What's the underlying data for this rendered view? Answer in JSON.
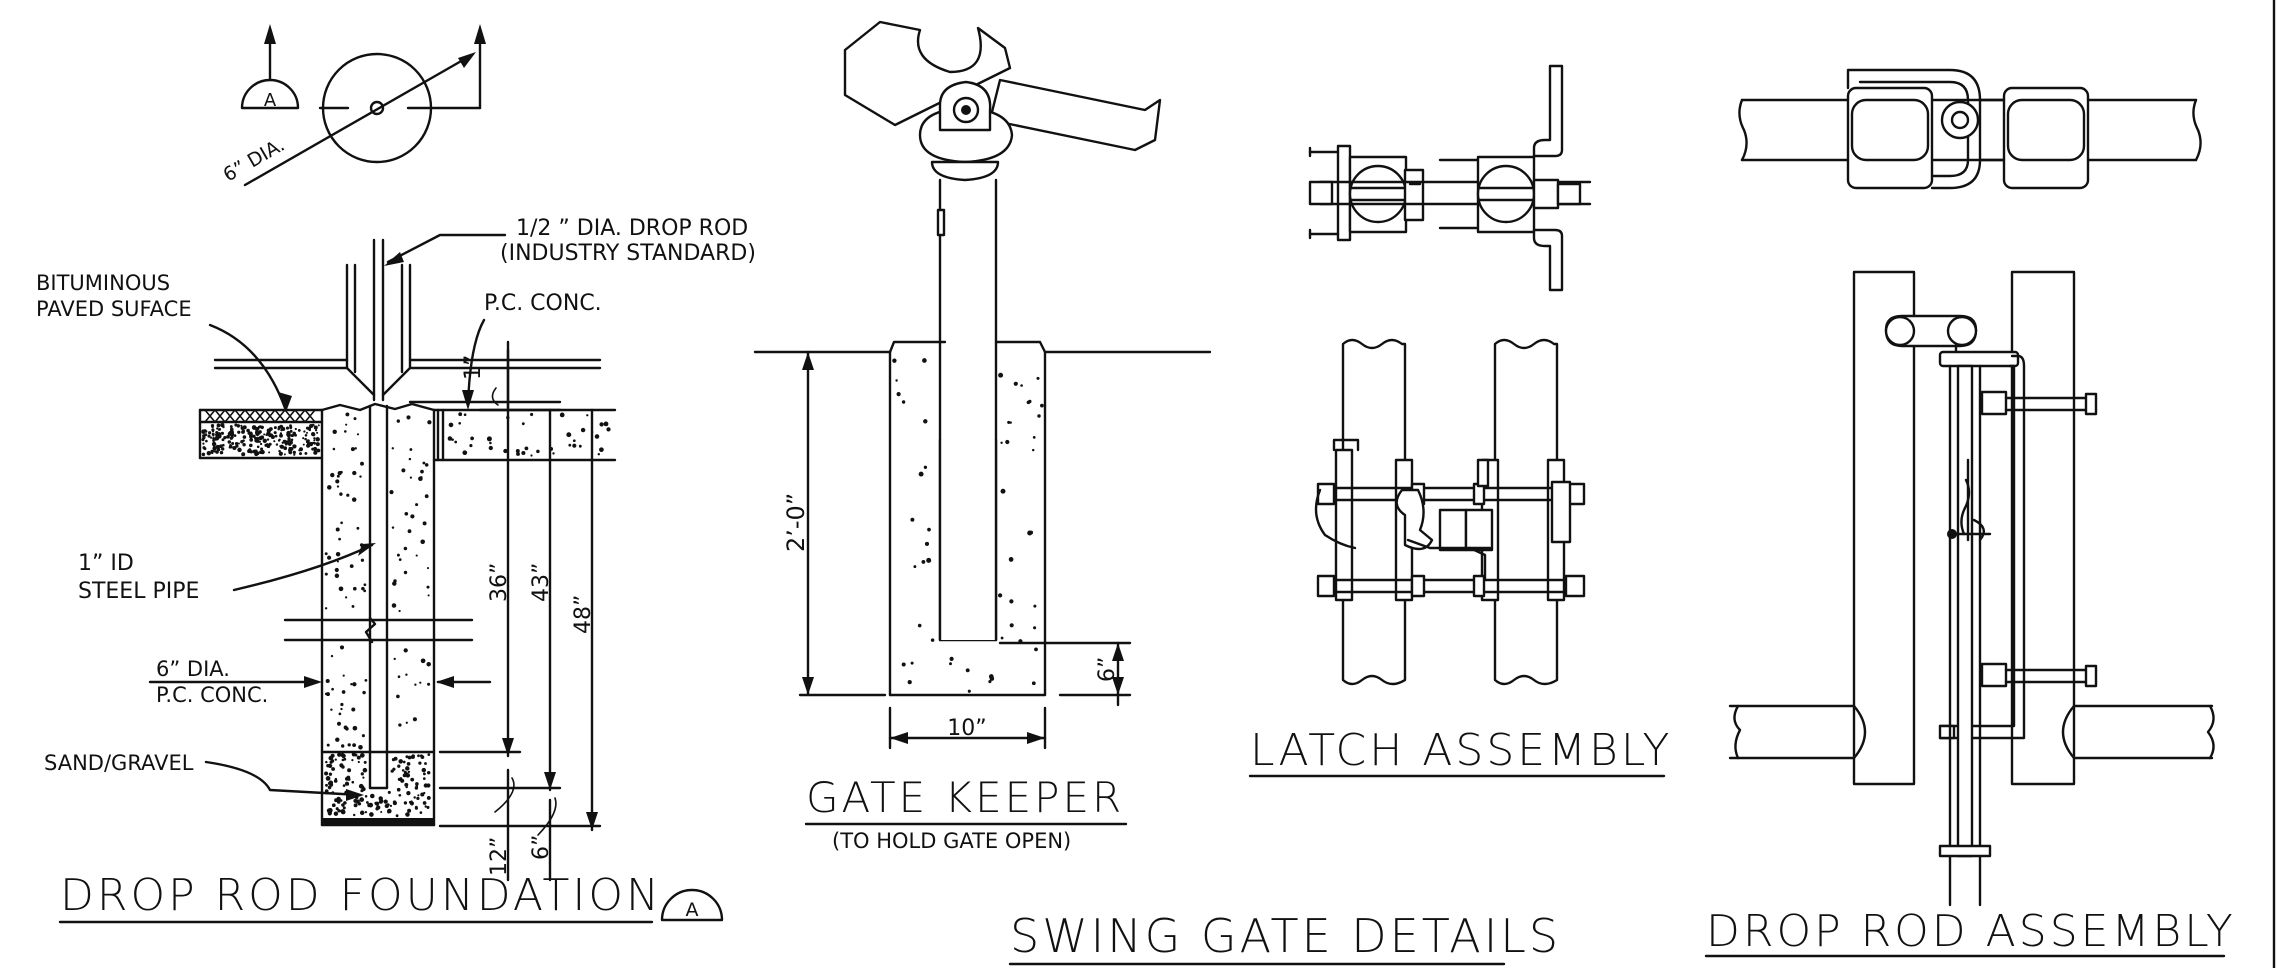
{
  "titles": {
    "drop_rod_foundation": "DROP ROD FOUNDATION",
    "gate_keeper": "GATE KEEPER",
    "gate_keeper_note": "(TO HOLD GATE OPEN)",
    "latch_assembly": "LATCH ASSEMBLY",
    "swing_gate_details": "SWING GATE DETAILS",
    "drop_rod_assembly": "DROP ROD ASSEMBLY"
  },
  "section_marker": {
    "letter": "A",
    "dia_label": "6” DIA."
  },
  "foundation_labels": {
    "drop_rod_line1": "1/2 ” DIA. DROP ROD",
    "drop_rod_line2": "(INDUSTRY STANDARD)",
    "bituminous_line1": "BITUMINOUS",
    "bituminous_line2": "PAVED SUFACE",
    "pc_conc": "P.C. CONC.",
    "pipe_line1": "1” ID",
    "pipe_line2": "STEEL PIPE",
    "dia_line1": "6” DIA.",
    "dia_line2": "P.C. CONC.",
    "sand_gravel": "SAND/GRAVEL"
  },
  "foundation_dims": {
    "d_1in": "1”",
    "d_36": "36”",
    "d_43": "43”",
    "d_48": "48”",
    "d_12": "12”",
    "d_6": "6”"
  },
  "gate_keeper_dims": {
    "height": "2’-0”",
    "width": "10”",
    "bottom": "6”"
  }
}
